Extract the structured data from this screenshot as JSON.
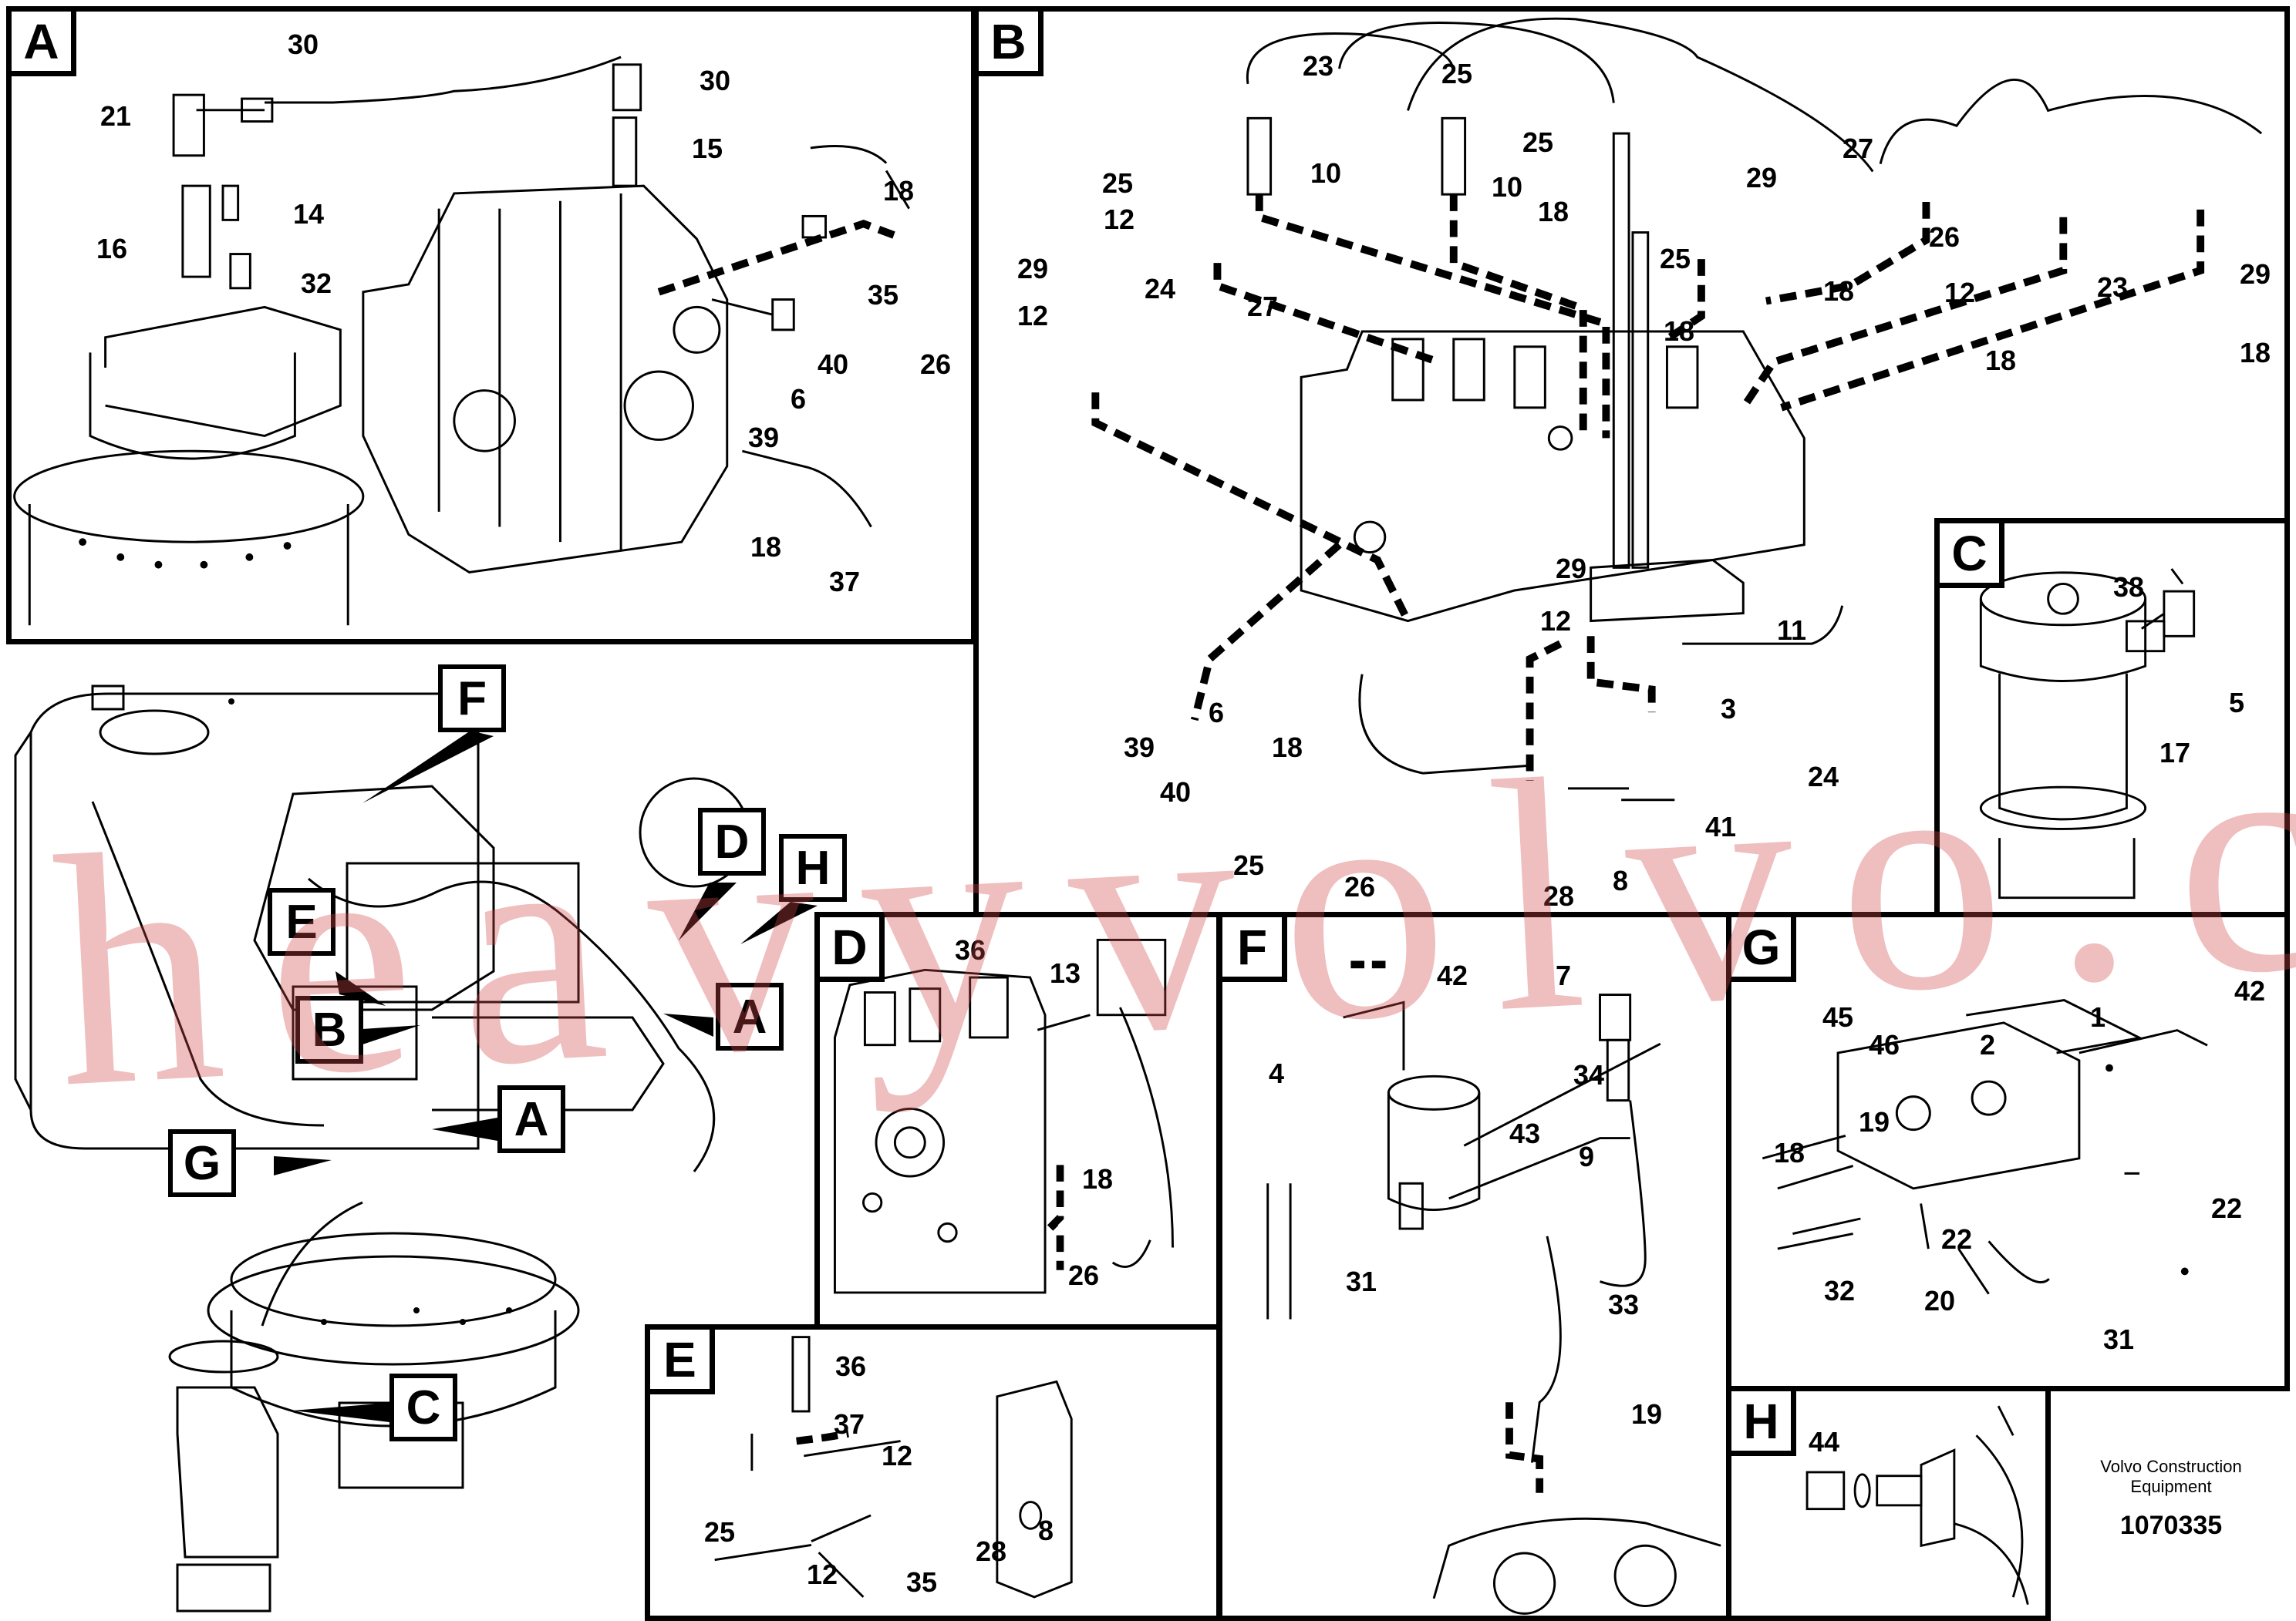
{
  "panels": {
    "A": {
      "tag": "A",
      "labels": [
        "30",
        "30",
        "21",
        "15",
        "14",
        "16",
        "32",
        "18",
        "35",
        "40",
        "6",
        "26",
        "39",
        "18",
        "37"
      ]
    },
    "B": {
      "tag": "B",
      "labels": [
        "23",
        "25",
        "25",
        "10",
        "10",
        "25",
        "18",
        "25",
        "12",
        "29",
        "24",
        "12",
        "27",
        "18",
        "29",
        "27",
        "26",
        "18",
        "12",
        "23",
        "29",
        "18",
        "18",
        "29",
        "12",
        "11",
        "3",
        "39",
        "6",
        "18",
        "40",
        "24",
        "41",
        "25",
        "26",
        "28",
        "8"
      ]
    },
    "C": {
      "tag": "C",
      "labels": [
        "38",
        "5",
        "17"
      ]
    },
    "D": {
      "tag": "D",
      "labels": [
        "36",
        "13",
        "18",
        "26"
      ]
    },
    "E": {
      "tag": "E",
      "labels": [
        "36",
        "37",
        "12",
        "25",
        "12",
        "28",
        "8",
        "35"
      ]
    },
    "F": {
      "tag": "F",
      "labels": [
        "42",
        "7",
        "4",
        "34",
        "43",
        "9",
        "31",
        "33",
        "19"
      ]
    },
    "G": {
      "tag": "G",
      "labels": [
        "42",
        "1",
        "45",
        "46",
        "2",
        "19",
        "18",
        "22",
        "22",
        "32",
        "20",
        "31"
      ]
    },
    "H": {
      "tag": "H",
      "labels": [
        "44"
      ]
    }
  },
  "overview_callouts": [
    "F",
    "D",
    "H",
    "E",
    "B",
    "A",
    "A",
    "G",
    "C"
  ],
  "watermark": "heavyvolvo.com",
  "footer": {
    "credit_line1": "Volvo Construction",
    "credit_line2": "Equipment",
    "doc_number": "1070335"
  }
}
